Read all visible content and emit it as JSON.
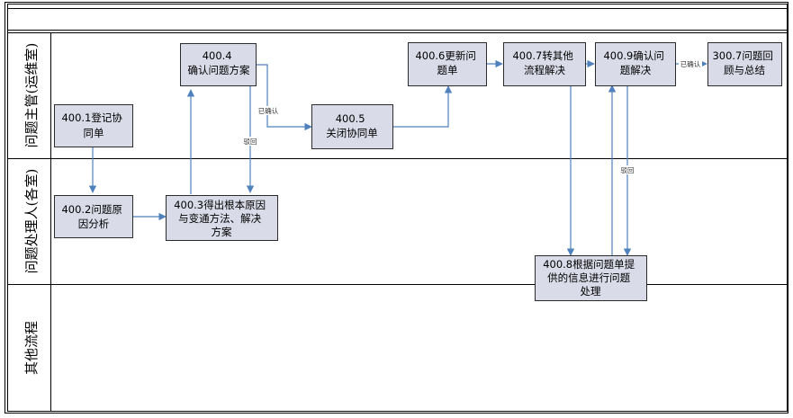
{
  "lanes": [
    {
      "id": "lane1",
      "label": "问题主管(运维室)"
    },
    {
      "id": "lane2",
      "label": "问题处理人(各室)"
    },
    {
      "id": "lane3",
      "label": "其他流程"
    }
  ],
  "nodes": [
    {
      "id": "n4001",
      "lines": [
        "400.1登记协",
        "同单"
      ]
    },
    {
      "id": "n4002",
      "lines": [
        "400.2问题原",
        "因分析"
      ]
    },
    {
      "id": "n4003",
      "lines": [
        "400.3得出根本原因",
        "与变通方法、解决",
        "方案"
      ]
    },
    {
      "id": "n4004",
      "lines": [
        "400.4",
        "确认问题方案"
      ]
    },
    {
      "id": "n4005",
      "lines": [
        "400.5",
        "关闭协同单"
      ]
    },
    {
      "id": "n4006",
      "lines": [
        "400.6更新问",
        "题单"
      ]
    },
    {
      "id": "n4007",
      "lines": [
        "400.7转其他",
        "流程解决"
      ]
    },
    {
      "id": "n4008",
      "lines": [
        "400.8根据问题单提",
        "供的信息进行问题",
        "处理"
      ]
    },
    {
      "id": "n4009",
      "lines": [
        "400.9确认问",
        "题解决"
      ]
    },
    {
      "id": "n3007",
      "lines": [
        "300.7问题回",
        "顾与总结"
      ]
    }
  ],
  "edges": [
    {
      "id": "e1",
      "from": "n4001",
      "to": "n4002",
      "label": ""
    },
    {
      "id": "e2",
      "from": "n4002",
      "to": "n4003",
      "label": ""
    },
    {
      "id": "e3",
      "from": "n4003",
      "to": "n4004",
      "label": ""
    },
    {
      "id": "e4",
      "from": "n4004",
      "to": "n4003",
      "label": "驳回"
    },
    {
      "id": "e5",
      "from": "n4004",
      "to": "n4005",
      "label": "已确认"
    },
    {
      "id": "e6",
      "from": "n4005",
      "to": "n4006",
      "label": ""
    },
    {
      "id": "e7",
      "from": "n4006",
      "to": "n4007",
      "label": ""
    },
    {
      "id": "e8",
      "from": "n4007",
      "to": "n4008",
      "label": ""
    },
    {
      "id": "e9",
      "from": "n4008",
      "to": "n4009",
      "label": ""
    },
    {
      "id": "e10",
      "from": "n4009",
      "to": "n4008",
      "label": "驳回"
    },
    {
      "id": "e11",
      "from": "n4007",
      "to": "n4009",
      "label": ""
    },
    {
      "id": "e12",
      "from": "n4009",
      "to": "n3007",
      "label": "已确认"
    }
  ]
}
